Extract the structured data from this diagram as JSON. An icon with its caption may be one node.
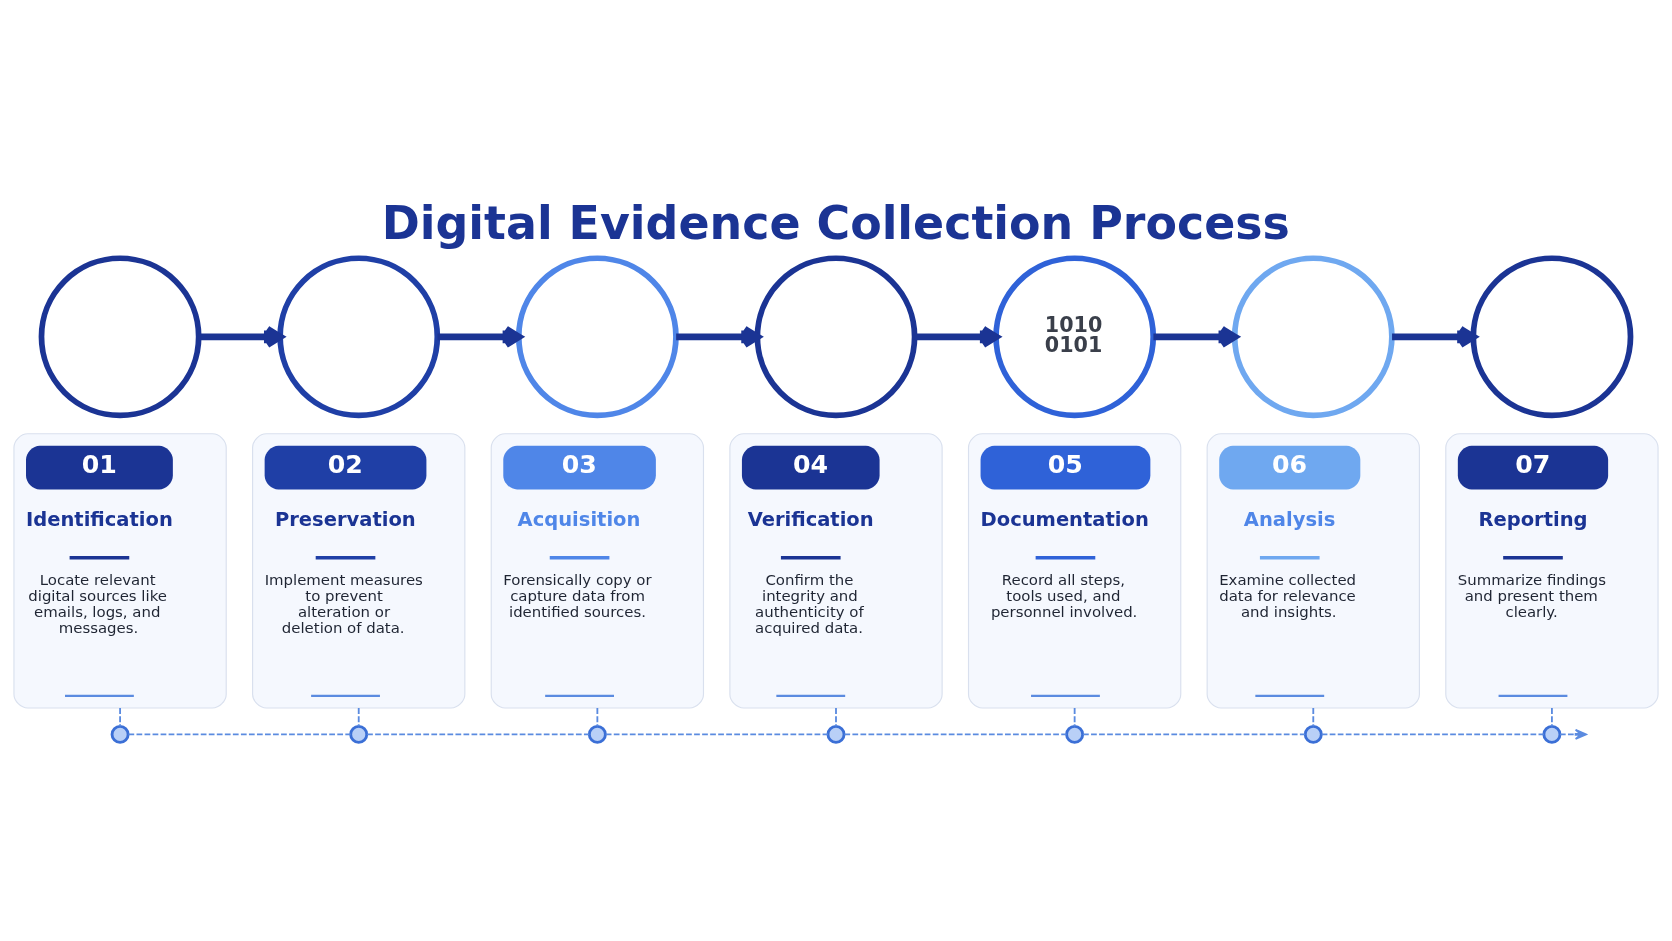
{
  "diagram": {
    "title": "Digital Evidence Collection Process",
    "nodes": [
      {
        "text": [],
        "shape": "circle"
      },
      {
        "text": [],
        "shape": "circle"
      },
      {
        "text": [],
        "shape": "circle"
      },
      {
        "text": [],
        "shape": "circle"
      },
      {
        "text": [
          "1010 0101"
        ]
      },
      {
        "text": [],
        "shape": "circle"
      },
      {
        "text": [],
        "shape": "circle"
      },
      {
        "text": [
          "01",
          "Identification",
          "Locate relevant digital sources like emails, logs, and messages."
        ]
      },
      {
        "text": [
          "02",
          "Preservation",
          "Implement measures to prevent alteration or deletion of data."
        ]
      },
      {
        "text": [
          "03",
          "Acquisition",
          "Forensically copy or capture data from identified sources."
        ]
      },
      {
        "text": [
          "04",
          "Verification",
          "Confirm the integrity and authenticity of acquired data."
        ]
      },
      {
        "text": [
          "05",
          "Documentation",
          "Record all steps, tools used, and personnel involved."
        ]
      },
      {
        "text": [
          "06",
          "Analysis",
          "Examine collected data for relevance and insights."
        ]
      },
      {
        "text": [
          "07",
          "Reporting",
          "Summarize findings and present them clearly."
        ]
      },
      {
        "text": [],
        "shape": "circle"
      },
      {
        "text": [],
        "shape": "circle"
      },
      {
        "text": [],
        "shape": "circle"
      },
      {
        "text": [],
        "shape": "circle"
      },
      {
        "text": [],
        "shape": "circle"
      },
      {
        "text": [],
        "shape": "circle"
      },
      {
        "text": [],
        "shape": "circle"
      }
    ],
    "edges": [
      {
        "from": 0,
        "to": 1,
        "arrow": "to",
        "style": "thick",
        "color": "#1b3494"
      },
      {
        "from": 1,
        "to": 2,
        "arrow": "to",
        "style": "thick",
        "color": "#1b3494"
      },
      {
        "from": 2,
        "to": 3,
        "arrow": "to",
        "style": "thick",
        "color": "#1b3494"
      },
      {
        "from": 3,
        "to": 4,
        "arrow": "to",
        "style": "thick",
        "color": "#1b3494"
      },
      {
        "from": 4,
        "to": 5,
        "arrow": "to",
        "style": "thick",
        "color": "#1b3494"
      },
      {
        "from": 5,
        "to": 6,
        "arrow": "to",
        "style": "thick",
        "color": "#1b3494"
      },
      {
        "from": 7,
        "to": 14,
        "arrow": "none",
        "style": "dashed"
      },
      {
        "from": 8,
        "to": 15,
        "arrow": "none",
        "style": "dashed"
      },
      {
        "from": 9,
        "to": 16,
        "arrow": "none",
        "style": "dashed"
      },
      {
        "from": 10,
        "to": 17,
        "arrow": "none",
        "style": "dashed"
      },
      {
        "from": 11,
        "to": 18,
        "arrow": "none",
        "style": "dashed"
      },
      {
        "from": 12,
        "to": 19,
        "arrow": "none",
        "style": "dashed"
      },
      {
        "from": 13,
        "to": 20,
        "arrow": "none",
        "style": "dashed"
      },
      {
        "from": 14,
        "to": 15,
        "arrow": "none",
        "style": "dashed"
      },
      {
        "from": 15,
        "to": 16,
        "arrow": "none",
        "style": "dashed"
      },
      {
        "from": 16,
        "to": 17,
        "arrow": "none",
        "style": "dashed"
      },
      {
        "from": 17,
        "to": 18,
        "arrow": "none",
        "style": "dashed"
      },
      {
        "from": 18,
        "to": 19,
        "arrow": "none",
        "style": "dashed"
      },
      {
        "from": 19,
        "to": 20,
        "arrow": "none",
        "style": "dashed"
      },
      {
        "from": 20,
        "to": null,
        "arrow": "to",
        "style": "dashed"
      }
    ]
  }
}
